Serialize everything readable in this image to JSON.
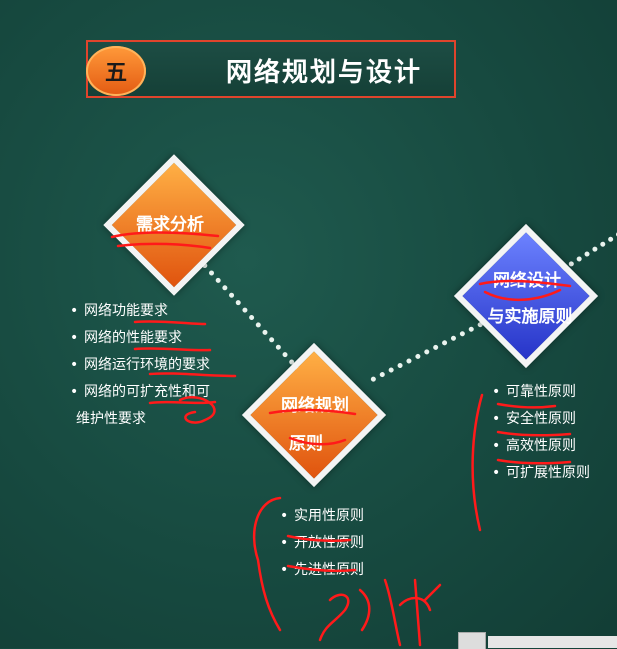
{
  "header": {
    "number": "五",
    "title": "网络规划与设计"
  },
  "diamonds": {
    "requirements": "需求分析",
    "planning_line1": "网络规划",
    "planning_line2": "原则",
    "design_line1": "网络设计",
    "design_line2": "与实施原则"
  },
  "requirements_list": [
    "网络功能要求",
    "网络的性能要求",
    "网络运行环境的要求",
    "网络的可扩充性和可",
    "维护性要求"
  ],
  "planning_list": [
    "实用性原则",
    "开放性原则",
    "先进性原则"
  ],
  "design_list": [
    "可靠性原则",
    "安全性原则",
    "高效性原则",
    "可扩展性原则"
  ],
  "colors": {
    "board": "#174a40",
    "accent_red": "#e0442c",
    "orange": "#f08a24",
    "blue": "#3f52e0",
    "ink": "#ff1a1a"
  }
}
